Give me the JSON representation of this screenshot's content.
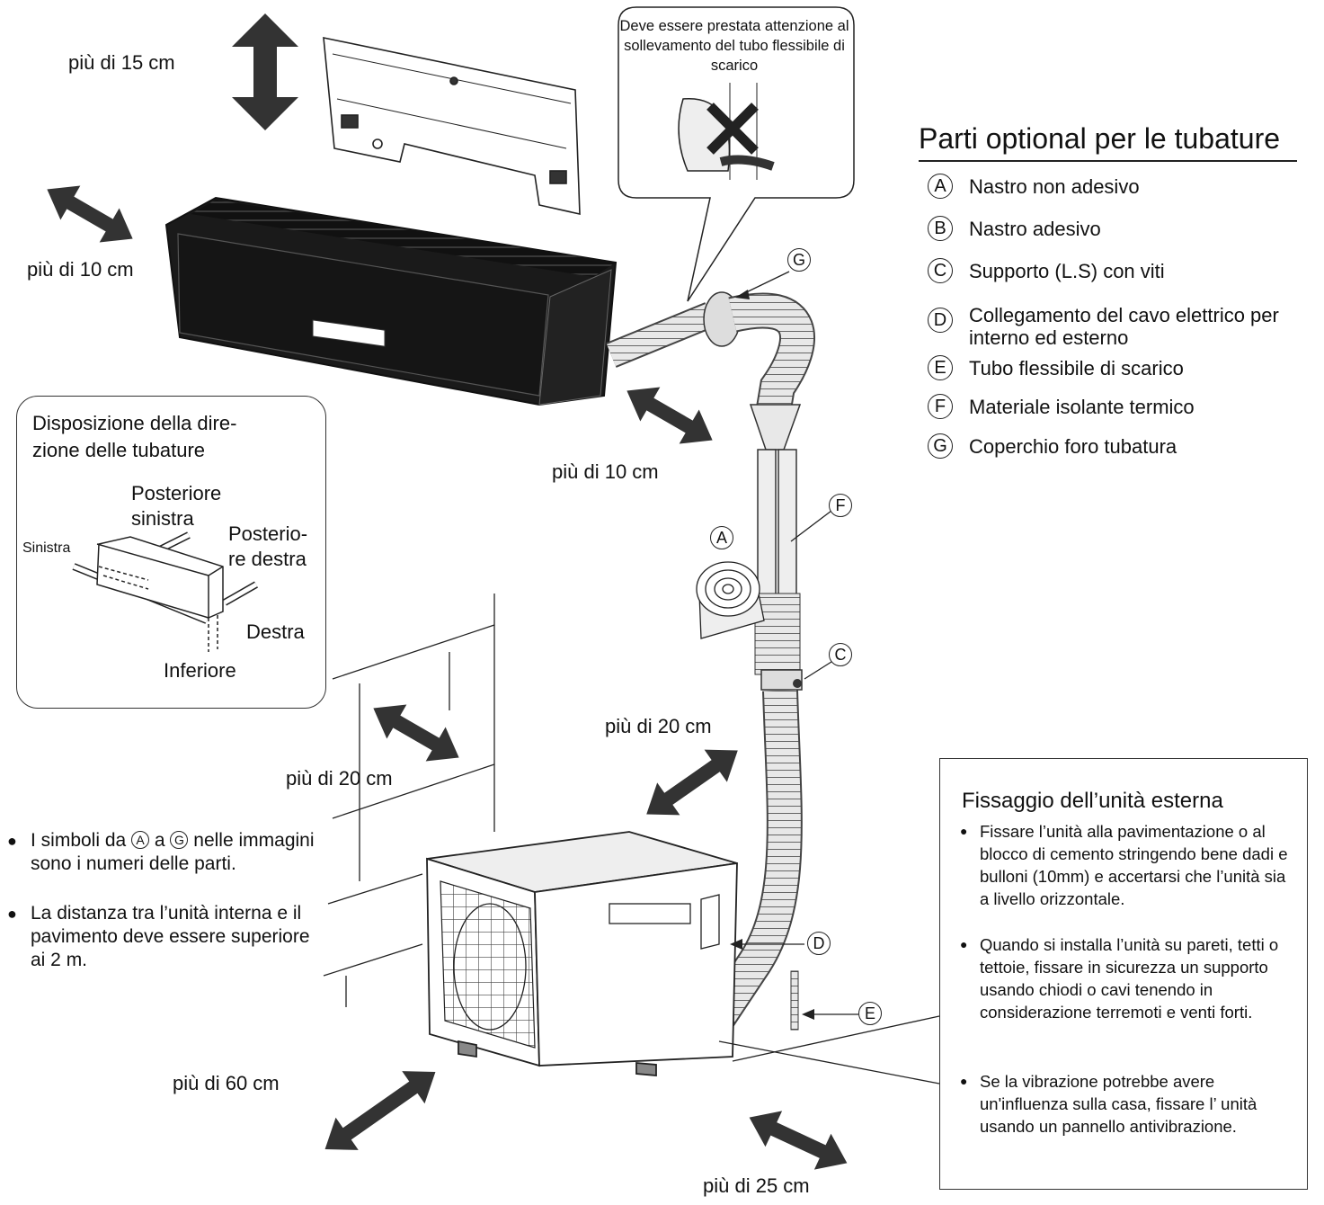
{
  "dimensions": {
    "top": "più di 15 cm",
    "left": "più di 10 cm",
    "right": "più di 10 cm",
    "wall_left": "più di 20 cm",
    "rear_outdoor": "più di 20 cm",
    "front_outdoor": "più di 60 cm",
    "side_outdoor": "più di 25 cm"
  },
  "bubble": {
    "text": "Deve essere prestata attenzione al sollevamento del tubo flessibile di scarico"
  },
  "parts": {
    "title": "Parti optional per le tubature",
    "items": [
      {
        "letter": "A",
        "text": "Nastro non adesivo"
      },
      {
        "letter": "B",
        "text": "Nastro adesivo"
      },
      {
        "letter": "C",
        "text": "Supporto (L.S) con viti"
      },
      {
        "letter": "D",
        "text": "Collegamento del cavo elettrico per interno ed esterno"
      },
      {
        "letter": "E",
        "text": "Tubo flessibile di scarico"
      },
      {
        "letter": "F",
        "text": "Materiale isolante termico"
      },
      {
        "letter": "G",
        "text": "Coperchio foro tubatura"
      }
    ]
  },
  "callouts": {
    "A": "A",
    "C": "C",
    "D": "D",
    "E": "E",
    "F": "F",
    "G": "G"
  },
  "piping_direction": {
    "title_line1": "Disposizione della dire-",
    "title_line2": "zione delle tubature",
    "rear_left_1": "Posteriore",
    "rear_left_2": "sinistra",
    "rear_right_1": "Posterio-",
    "rear_right_2": "re destra",
    "left": "Sinistra",
    "right": "Destra",
    "bottom": "Inferiore"
  },
  "notes": {
    "note1_pre": "I simboli da",
    "note1_a": "A",
    "note1_mid": "a",
    "note1_g": "G",
    "note1_post": "nelle immagini sono i numeri delle parti.",
    "note2": "La distanza tra l’unità interna e il pavimento deve essere superiore ai 2 m."
  },
  "outdoor_fixing": {
    "title": "Fissaggio dell’unità esterna",
    "bullets": [
      "Fissare l’unità alla pavimentazione o al blocco di cemento stringendo bene dadi e bulloni (10mm) e accertarsi che l’unità sia a livello orizzontale.",
      "Quando si installa l’unità su pareti, tetti o tettoie, fissare in sicurezza un supporto usando chiodi o cavi tenendo in considerazione terremoti e venti forti.",
      "Se la vibrazione potrebbe avere un'influenza sulla casa, fissare l’ unità usando un pannello antivibrazione."
    ]
  },
  "colors": {
    "ink": "#111111",
    "arrow": "#333333",
    "unit": "#222222"
  }
}
